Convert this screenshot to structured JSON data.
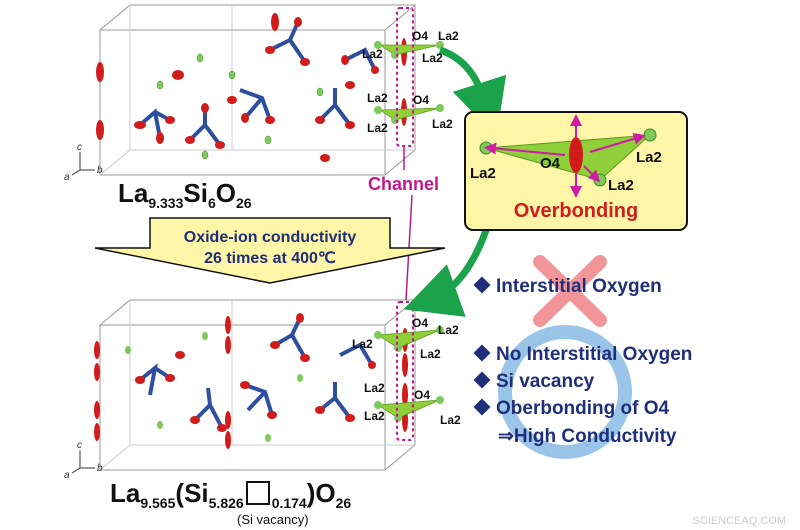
{
  "top_formula": {
    "el1": "La",
    "sub1": "9.333",
    "el2": "Si",
    "sub2": "6",
    "el3": "O",
    "sub3": "26"
  },
  "bottom_formula": {
    "el1": "La",
    "sub1": "9.565",
    "open": "(",
    "el2": "Si",
    "sub2": "5.826",
    "sub3": "0.174",
    "close": ")",
    "el3": "O",
    "sub4": "26"
  },
  "vacancy_note": "(Si vacancy)",
  "arrow_text": {
    "line1": "Oxide-ion conductivity",
    "line2": "26 times at 400℃"
  },
  "channel_label": "Channel",
  "overbonding_label": "Overbonding",
  "site_labels": {
    "la2": "La2",
    "o4": "O4"
  },
  "axis_labels": {
    "a": "a",
    "b": "b",
    "c": "c"
  },
  "right_panel": {
    "item1": "Interstitial Oxygen",
    "item2": "No Interstitial Oxygen",
    "item3": "Si vacancy",
    "item4": "Oberbonding of O4",
    "item5": "⇒High Conductivity"
  },
  "watermark": "SCIENCEAQ.COM",
  "colors": {
    "channel": "#c0188c",
    "arrow_green": "#1aa34a",
    "oxygen_red": "#d11c1c",
    "silicon_blue": "#2e4fa0",
    "bullet_navy": "#1f2f7a",
    "cross_pink": "#f08a8f",
    "circle_blue": "#8fbfe6",
    "panel_yellow": "#fff6a8"
  }
}
